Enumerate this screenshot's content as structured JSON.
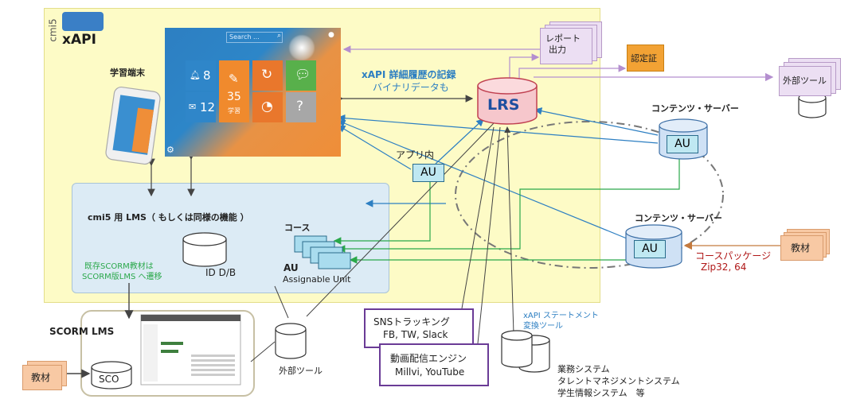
{
  "logo": {
    "cmi5": "cmi5",
    "xapi": "xAPI"
  },
  "device_label": "学習端末",
  "tablet": {
    "search_placeholder": "Search ...",
    "tile_mail_count": "8",
    "tile_msg_count": "12",
    "tile_score": "35",
    "tile_score_label": "学習"
  },
  "lms": {
    "title": "cmi5 用 LMS（ もしくは同様の機能 ）",
    "scorm_note_line1": "既存SCORM教材は",
    "scorm_note_line2": "SCORM版LMS へ遷移",
    "db_label": "ID D/B",
    "course_label": "コース",
    "au_label": "AU",
    "au_full": "Assignable Unit"
  },
  "xapi_record": {
    "line1": "xAPI 詳細履歴の記録",
    "line2": "バイナリデータも"
  },
  "lrs_label": "LRS",
  "report_label_line1": "レポート",
  "report_label_line2": "出力",
  "cert_label": "認定証",
  "external_tool_top": "外部ツール",
  "app_label": "アプリ内",
  "au_text": "AU",
  "content_server_1": "コンテンツ・サーバー",
  "content_server_2": "コンテンツ・サーバー",
  "material_right": "教材",
  "course_package_line1": "コースパッケージ",
  "course_package_line2": "Zip32, 64",
  "scorm_lms_label": "SCORM LMS",
  "material_left": "教材",
  "sco_label": "SCO",
  "external_tool_bottom": "外部ツール",
  "sns": {
    "line1": "SNSトラッキング",
    "line2": "FB, TW, Slack"
  },
  "video": {
    "line1": "動画配信エンジン",
    "line2": "Millvi, YouTube"
  },
  "xapi_convert": {
    "line1": "xAPI ステートメント",
    "line2": "変換ツール"
  },
  "business": {
    "line1": "業務システム",
    "line2": "タレントマネジメントシステム",
    "line3": "学生情報システム　等"
  },
  "colors": {
    "panel": "#fdfbc6",
    "lms_panel": "#dcebf5",
    "lrs": "#f6c7cc",
    "au": "#bfe8f2",
    "green_arrow": "#2aa84a",
    "blue_arrow": "#2d7fc2",
    "purple_arrow": "#b48fcf",
    "sns_border": "#6a3b96"
  }
}
